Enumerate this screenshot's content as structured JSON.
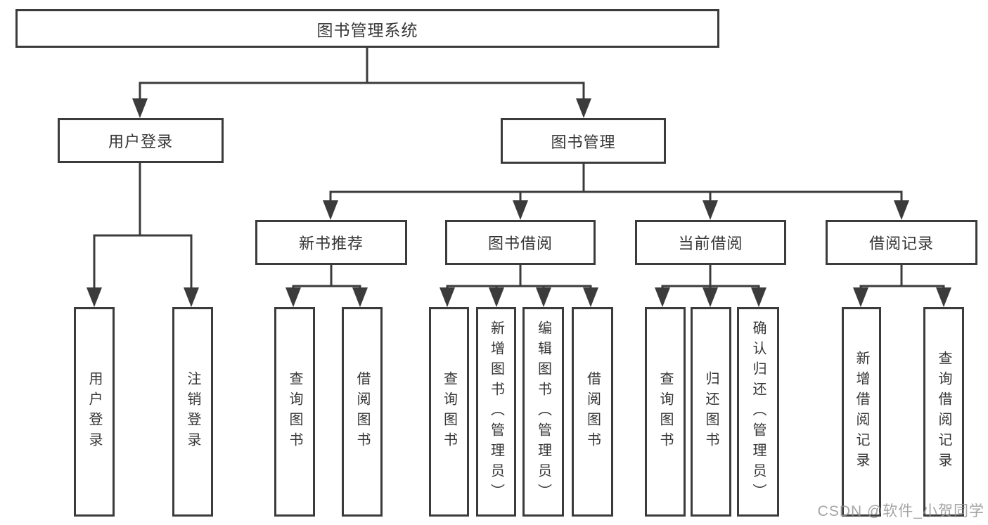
{
  "tree": {
    "label": "图书管理系统",
    "children": [
      {
        "label": "用户登录",
        "children": [
          {
            "label": "用户登录"
          },
          {
            "label": "注销登录"
          }
        ]
      },
      {
        "label": "图书管理",
        "children": [
          {
            "label": "新书推荐",
            "children": [
              {
                "label": "查询图书"
              },
              {
                "label": "借阅图书"
              }
            ]
          },
          {
            "label": "图书借阅",
            "children": [
              {
                "label": "查询图书"
              },
              {
                "label": "新增图书（管理员）"
              },
              {
                "label": "编辑图书（管理员）"
              },
              {
                "label": "借阅图书"
              }
            ]
          },
          {
            "label": "当前借阅",
            "children": [
              {
                "label": "查询图书"
              },
              {
                "label": "归还图书"
              },
              {
                "label": "确认归还（管理员）"
              }
            ]
          },
          {
            "label": "借阅记录",
            "children": [
              {
                "label": "新增借阅记录"
              },
              {
                "label": "查询借阅记录"
              }
            ]
          }
        ]
      }
    ]
  },
  "watermark": "CSDN @软件_小贺同学",
  "colors": {
    "line": "#3b3b3b",
    "text": "#363636",
    "watermark": "#949494",
    "background": "#ffffff"
  }
}
